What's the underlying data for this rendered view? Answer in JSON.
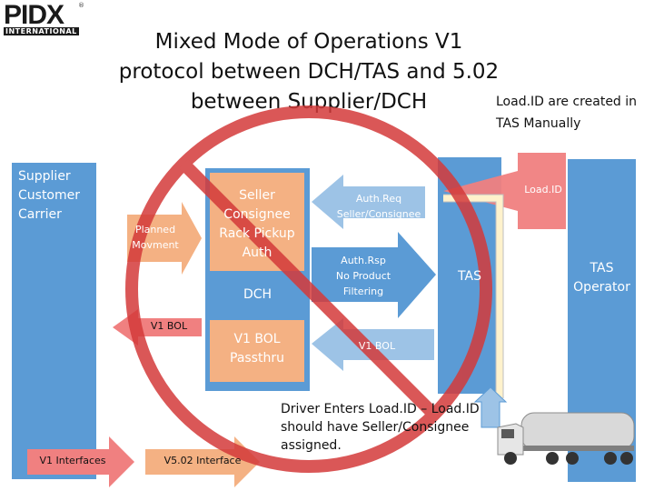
{
  "logo": {
    "main": "PIDX",
    "sub": "INTERNATIONAL",
    "trademark": "®"
  },
  "title": {
    "line1": "Mixed Mode of Operations V1",
    "line2": "protocol between DCH/TAS and 5.02",
    "line3": "between Supplier/DCH"
  },
  "note": {
    "line1": "Load.ID are created in",
    "line2": "TAS Manually"
  },
  "supplier": {
    "line1": "Supplier",
    "line2": "Customer",
    "line3": "Carrier"
  },
  "planned": {
    "line1": "Planned",
    "line2": "Movment"
  },
  "dch": {
    "seller": {
      "line1": "Seller",
      "line2": "Consignee",
      "line3": "Rack Pickup",
      "line4": "Auth"
    },
    "bol": {
      "line1": "V1 BOL",
      "line2": "Passthru"
    },
    "label": "DCH"
  },
  "v1bol_left": "V1 BOL",
  "auth_req": {
    "line1": "Auth.Req",
    "line2": "Seller/Consignee"
  },
  "auth_rsp": {
    "line1": "Auth.Rsp",
    "line2": "No Product",
    "line3": "Filtering"
  },
  "v1bol_right": "V1 BOL",
  "tas": {
    "label": "TAS"
  },
  "load_id": "Load.ID",
  "operator": {
    "line1": "TAS",
    "line2": "Operator"
  },
  "v1_interfaces": "V1 Interfaces",
  "v502_interface": "V5.02 Interface",
  "driver": {
    "line1": "Driver Enters Load.ID – Load.ID",
    "line2": "should have Seller/Consignee",
    "line3": "assigned."
  },
  "colors": {
    "panel_blue": "#5b9bd5",
    "orange": "#f4b183",
    "pink": "#f08080",
    "light_blue": "#9dc3e6",
    "green_arrow": "#c5e0b4",
    "prohibit_red": "#d43a3a",
    "line_yellow": "#fff2cc"
  }
}
